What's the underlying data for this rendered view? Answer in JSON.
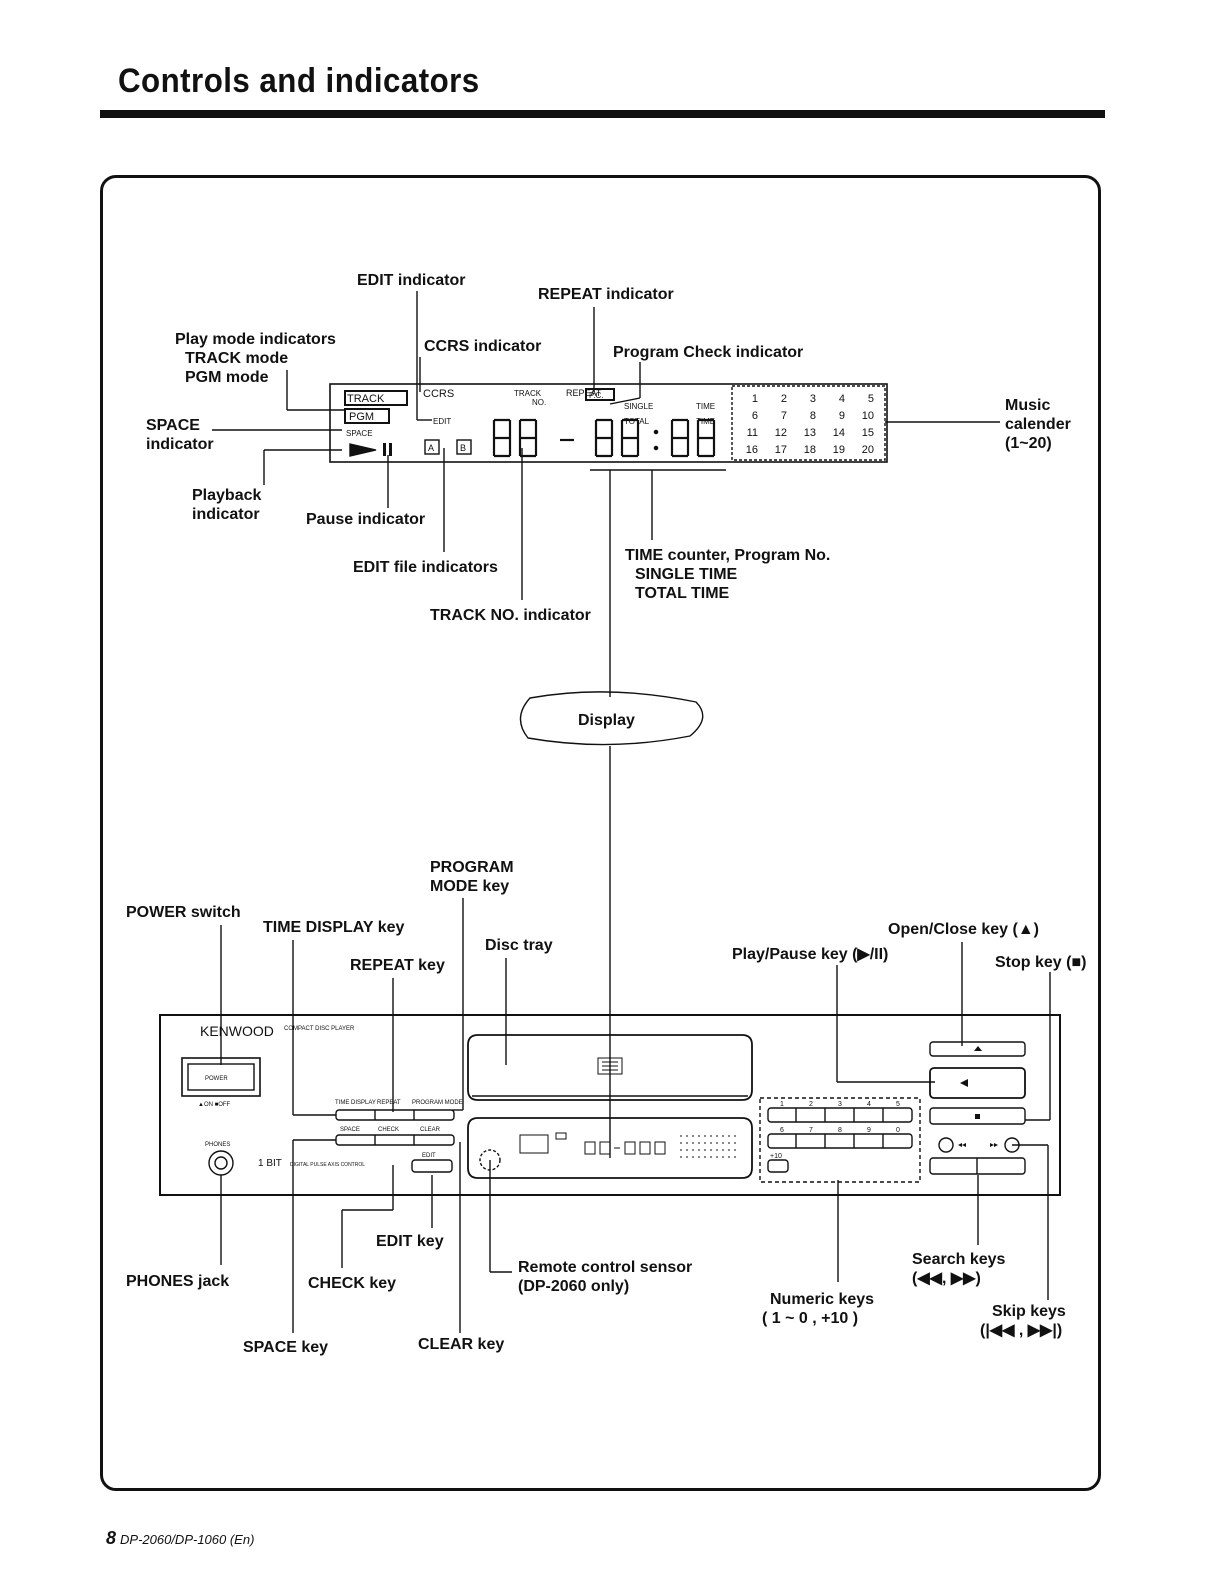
{
  "page": {
    "title": "Controls and indicators",
    "footer_page": "8",
    "footer_model": "DP-2060/DP-1060 (En)"
  },
  "display_section": {
    "title_bubble": "Display",
    "labels": {
      "edit_indicator": "EDIT indicator",
      "repeat_indicator": "REPEAT indicator",
      "ccrs_indicator": "CCRS indicator",
      "program_check_indicator": "Program Check indicator",
      "play_mode_1": "Play mode indicators",
      "play_mode_2": "TRACK mode",
      "play_mode_3": "PGM mode",
      "space_1": "SPACE",
      "space_2": "indicator",
      "playback_1": "Playback",
      "playback_2": "indicator",
      "pause_indicator": "Pause indicator",
      "edit_file_indicators": "EDIT file indicators",
      "track_no_indicator": "TRACK NO. indicator",
      "time_1": "TIME counter, Program No.",
      "time_2": "SINGLE TIME",
      "time_3": "TOTAL TIME",
      "music_1": "Music",
      "music_2": "calender",
      "music_3": "(1~20)"
    },
    "lcd": {
      "track": "TRACK",
      "pgm": "PGM",
      "space": "SPACE",
      "ccrs": "CCRS",
      "edit": "EDIT",
      "track_no_1": "TRACK",
      "track_no_2": "NO.",
      "repeat": "REPEAT",
      "pc": "P.C.",
      "single": "SINGLE",
      "total": "TOTAL",
      "time_a": "TIME",
      "time_b": "TIME",
      "file_a": "A",
      "file_b": "B",
      "calendar_rows": [
        [
          "1",
          "2",
          "3",
          "4",
          "5"
        ],
        [
          "6",
          "7",
          "8",
          "9",
          "10"
        ],
        [
          "11",
          "12",
          "13",
          "14",
          "15"
        ],
        [
          "16",
          "17",
          "18",
          "19",
          "20"
        ]
      ]
    }
  },
  "player_section": {
    "labels": {
      "program_mode_1": "PROGRAM",
      "program_mode_2": "MODE key",
      "power_switch": "POWER switch",
      "time_display_key": "TIME DISPLAY key",
      "disc_tray": "Disc tray",
      "repeat_key": "REPEAT key",
      "open_close_key": "Open/Close key (▲)",
      "play_pause_key": "Play/Pause key (▶/II)",
      "stop_key": "Stop key (■)",
      "edit_key": "EDIT key",
      "phones_jack": "PHONES jack",
      "check_key": "CHECK key",
      "remote_sensor_1": "Remote control sensor",
      "remote_sensor_2": "(DP-2060 only)",
      "search_keys_1": "Search keys",
      "search_keys_2": "(◀◀, ▶▶)",
      "numeric_keys_1": "Numeric keys",
      "numeric_keys_2": "( 1 ~ 0 , +10 )",
      "skip_keys_1": "Skip keys",
      "skip_keys_2": "(|◀◀ , ▶▶|)",
      "space_key": "SPACE key",
      "clear_key": "CLEAR key"
    },
    "device": {
      "brand": "KENWOOD",
      "model_text": "COMPACT DISC PLAYER",
      "power": "POWER",
      "on_off": "▲ON ■OFF",
      "phones": "PHONES",
      "one_bit": "1 BIT",
      "digital": "DIGITAL PULSE AXIS CONTROL",
      "time_display": "TIME DISPLAY",
      "repeat": "REPEAT",
      "program_mode": "PROGRAM MODE",
      "space": "SPACE",
      "check": "CHECK",
      "clear": "CLEAR",
      "edit": "EDIT",
      "plus10": "+10",
      "numeric_row1": [
        "1",
        "2",
        "3",
        "4",
        "5"
      ],
      "numeric_row2": [
        "6",
        "7",
        "8",
        "9",
        "0"
      ]
    }
  }
}
